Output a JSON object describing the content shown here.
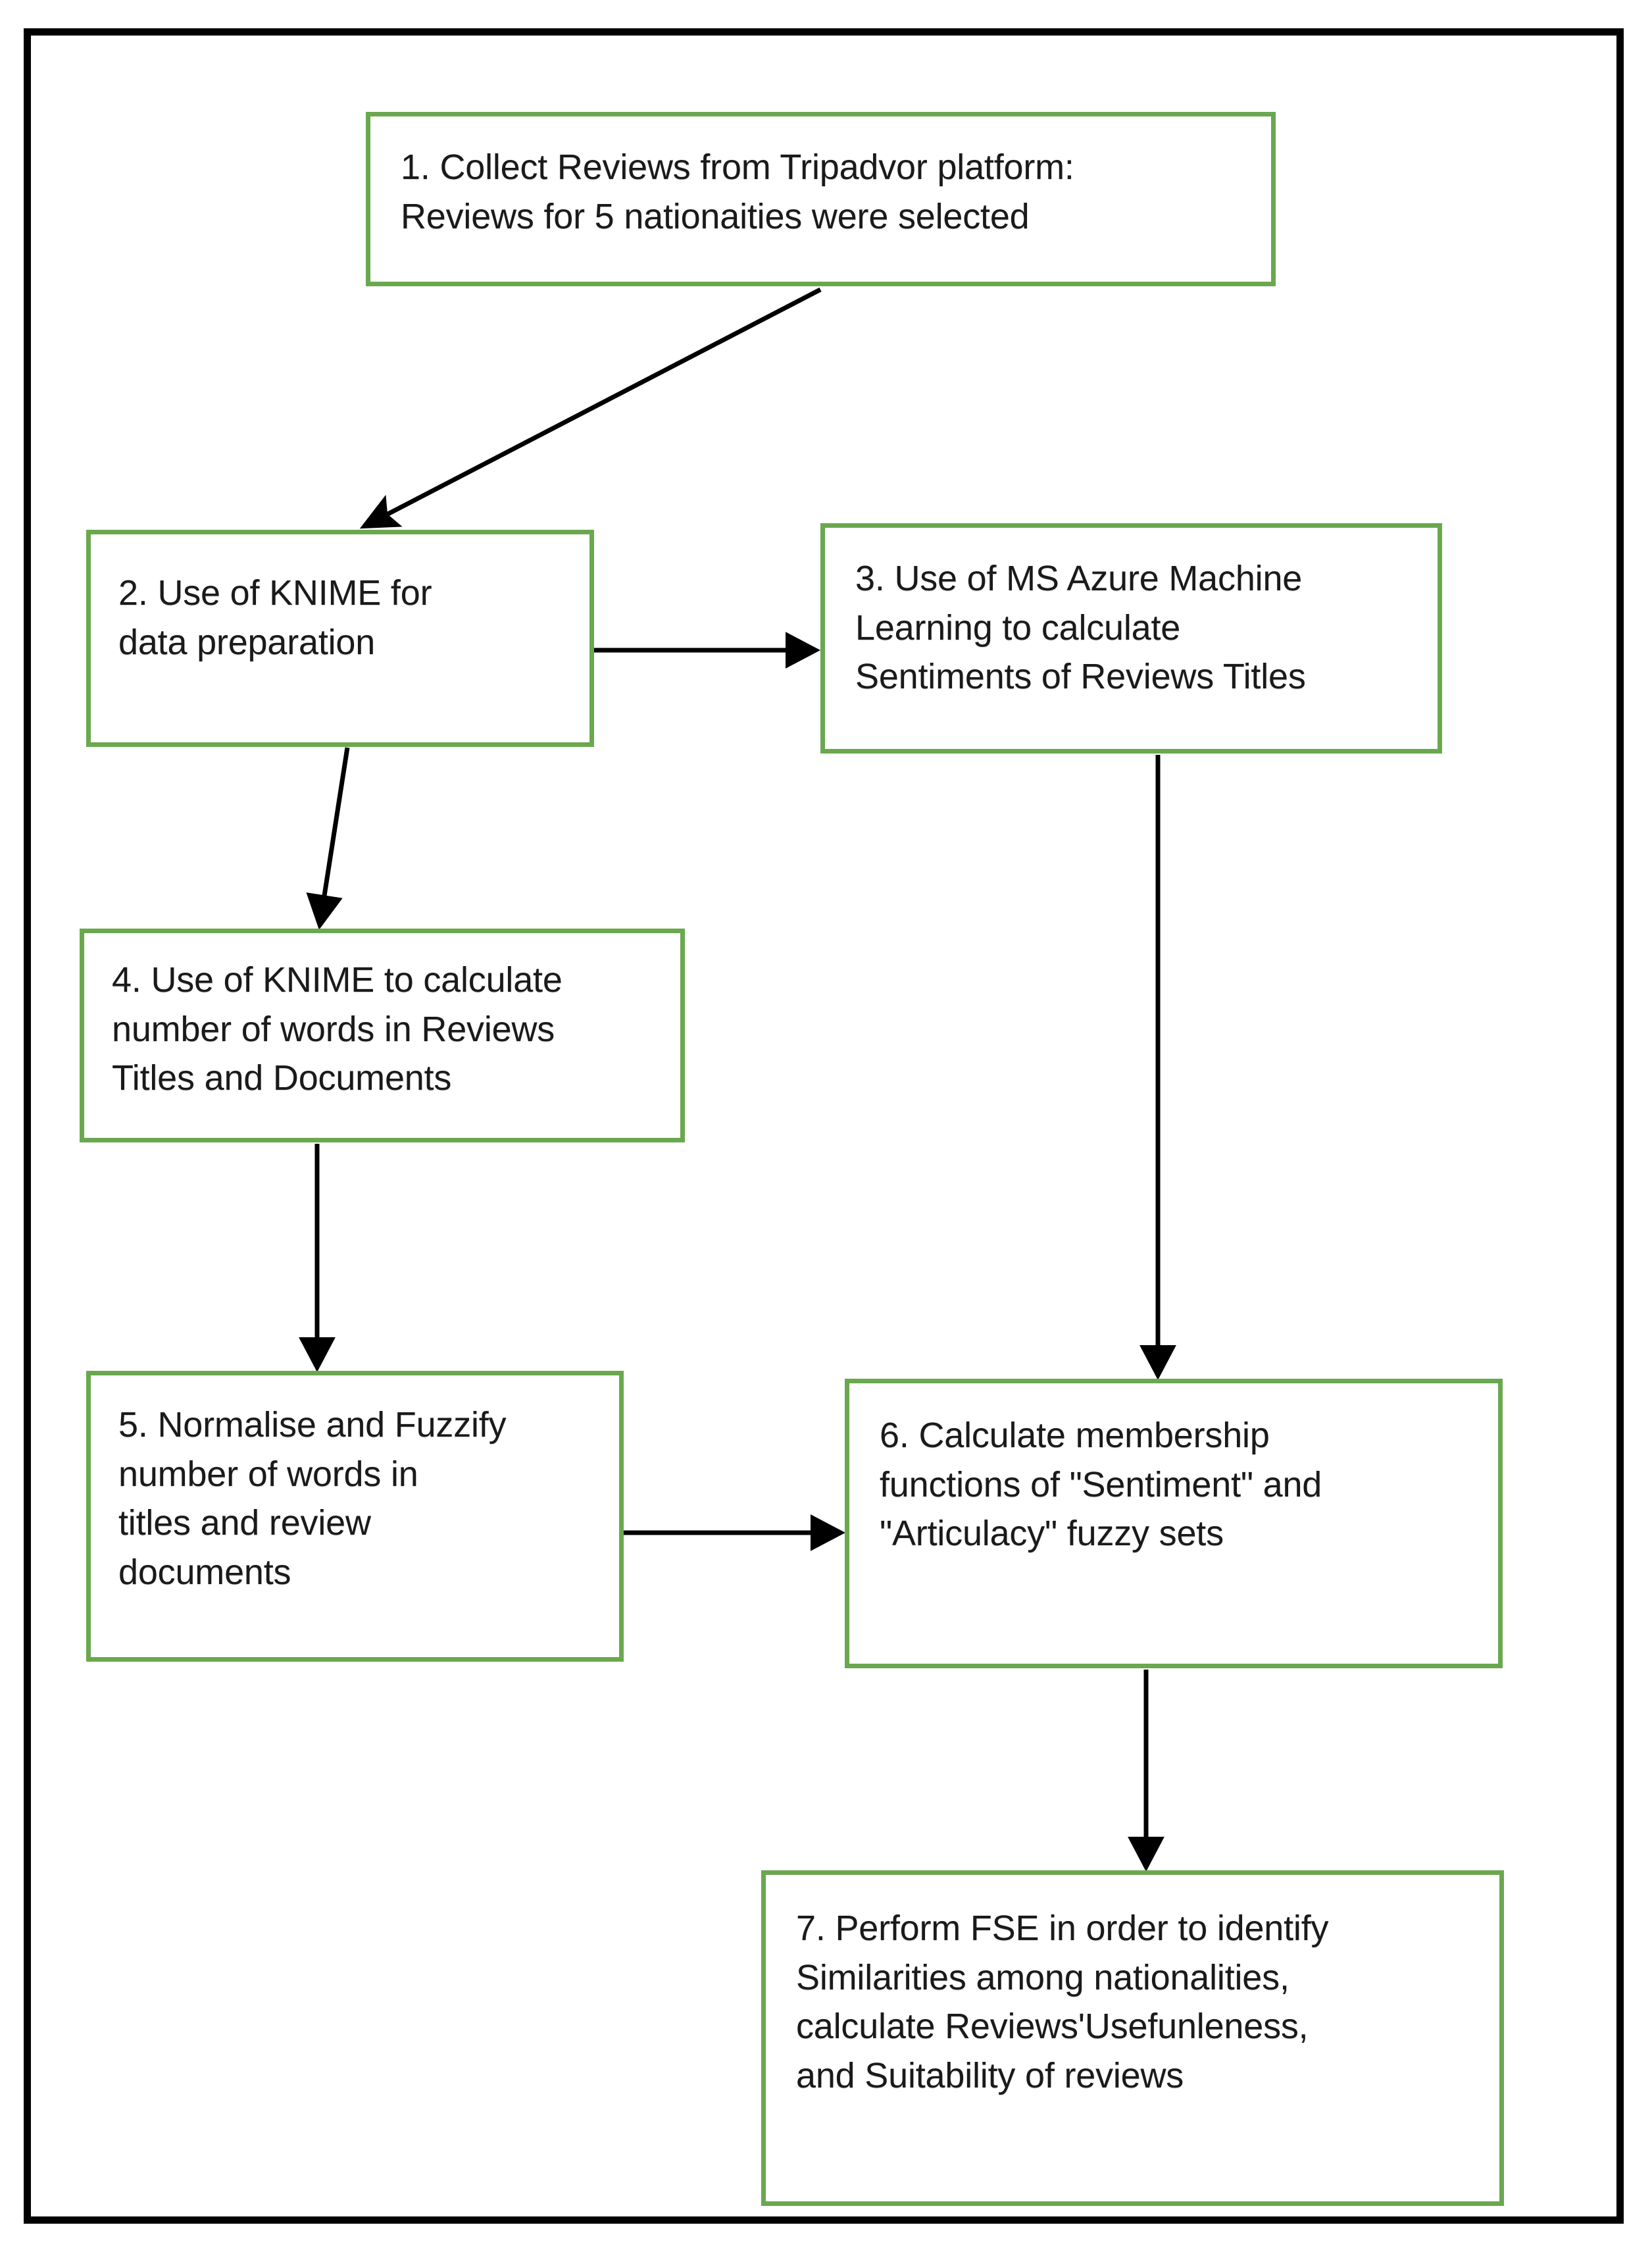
{
  "diagram": {
    "type": "flowchart",
    "orientation": "top-down",
    "frame": {
      "border_color": "#000000"
    },
    "node_border_color": "#6aa84f",
    "node_fill_color": "#ffffff",
    "connector_color": "#000000",
    "nodes": [
      {
        "id": "step-1",
        "number": "1",
        "text": "1. Collect Reviews from Tripadvor platform:\nReviews for 5 nationaities were selected"
      },
      {
        "id": "step-2",
        "number": "2",
        "text": "2. Use of KNIME for\ndata preparation"
      },
      {
        "id": "step-3",
        "number": "3",
        "text": "3. Use of MS Azure Machine\nLearning to calculate\nSentiments of Reviews Titles"
      },
      {
        "id": "step-4",
        "number": "4",
        "text": "4. Use of KNIME to calculate\nnumber of words in Reviews\nTitles and Documents"
      },
      {
        "id": "step-5",
        "number": "5",
        "text": "5. Normalise and Fuzzify\nnumber of words in\ntitles and review\ndocuments"
      },
      {
        "id": "step-6",
        "number": "6",
        "text": "6. Calculate membership\nfunctions of \"Sentiment\" and\n\"Articulacy\" fuzzy sets"
      },
      {
        "id": "step-7",
        "number": "7",
        "text": "7. Perform FSE in order to identify\nSimilarities  among nationalities,\ncalculate Reviews'Usefunleness,\nand  Suitability of reviews"
      }
    ],
    "edges": [
      {
        "from": "step-1",
        "to": "step-2",
        "style": "diagonal-arrow"
      },
      {
        "from": "step-2",
        "to": "step-3",
        "style": "horizontal-arrow"
      },
      {
        "from": "step-2",
        "to": "step-4",
        "style": "vertical-arrow"
      },
      {
        "from": "step-3",
        "to": "step-6",
        "style": "vertical-arrow"
      },
      {
        "from": "step-4",
        "to": "step-5",
        "style": "vertical-arrow"
      },
      {
        "from": "step-5",
        "to": "step-6",
        "style": "horizontal-arrow"
      },
      {
        "from": "step-6",
        "to": "step-7",
        "style": "vertical-arrow"
      }
    ]
  }
}
